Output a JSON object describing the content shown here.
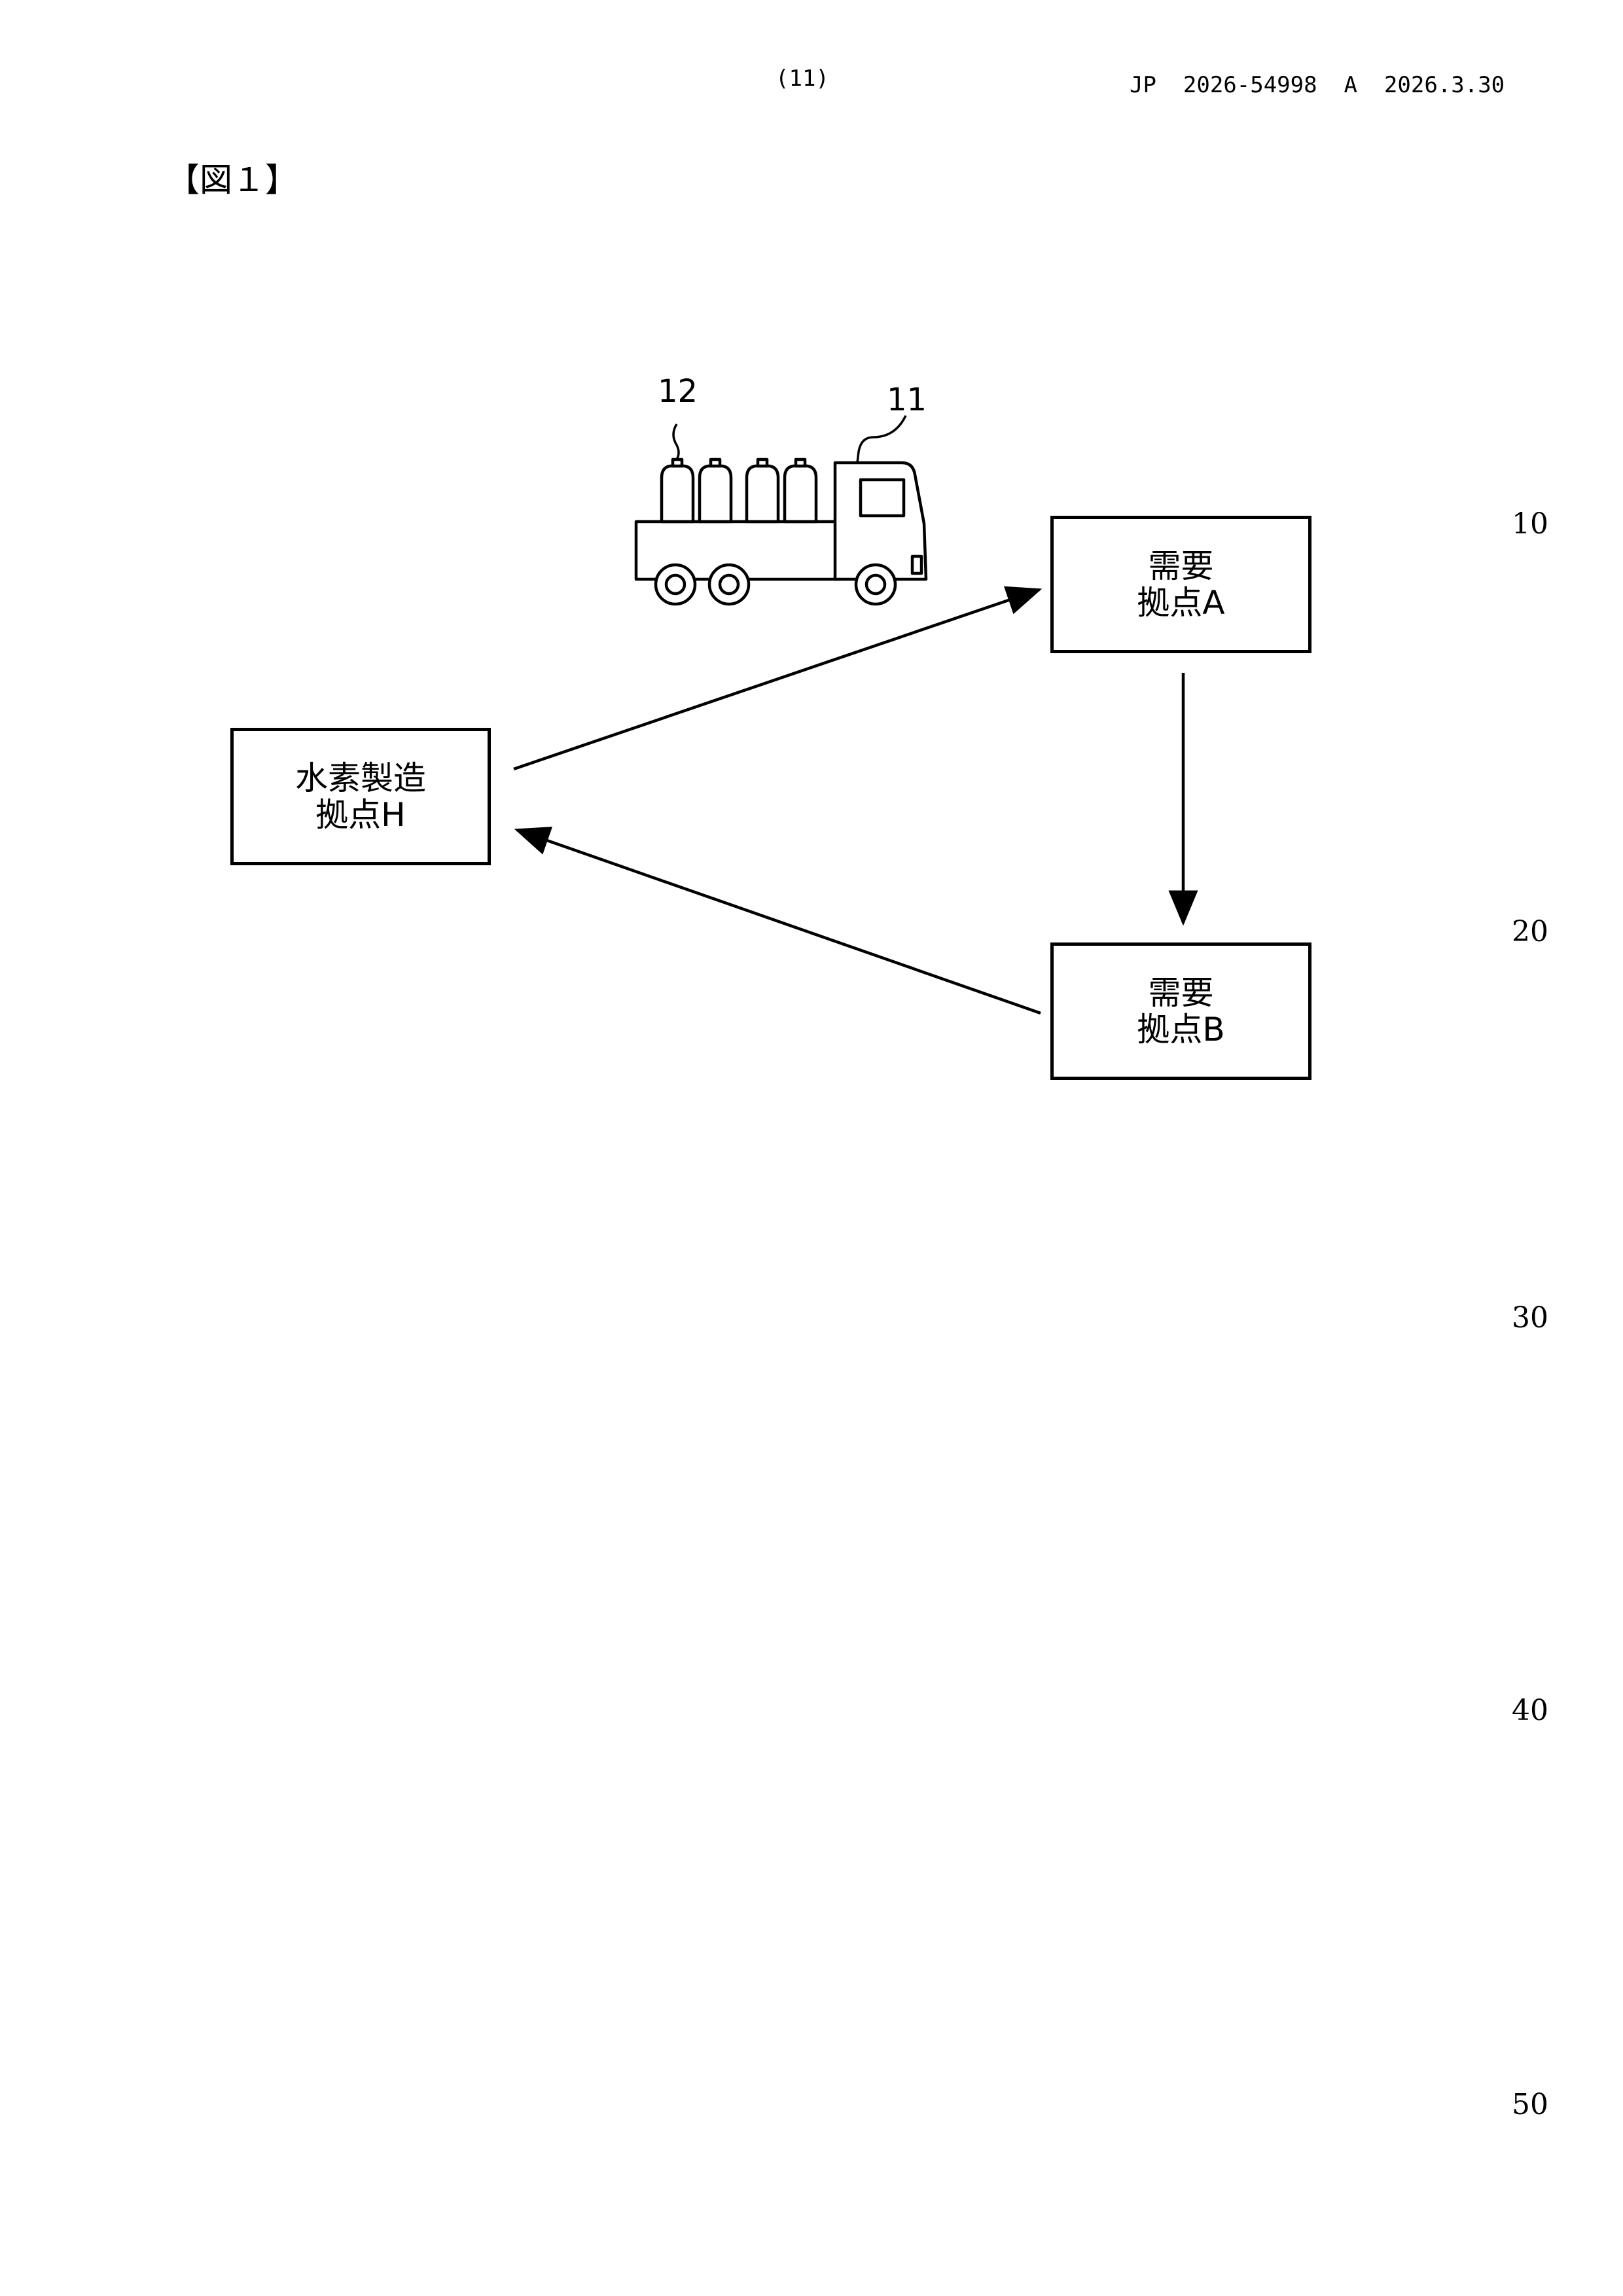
{
  "header": {
    "page_number": "(11)",
    "publication": "JP  2026-54998  A  2026.3.30"
  },
  "figure_label": "【図１】",
  "line_numbers": [
    "10",
    "20",
    "30",
    "40",
    "50"
  ],
  "nodes": {
    "hydrogen_site": {
      "line1": "水素製造",
      "line2": "拠点H"
    },
    "demand_a": {
      "line1": "需要",
      "line2": "拠点A"
    },
    "demand_b": {
      "line1": "需要",
      "line2": "拠点B"
    }
  },
  "reference_numerals": {
    "cylinder": "12",
    "truck": "11"
  }
}
